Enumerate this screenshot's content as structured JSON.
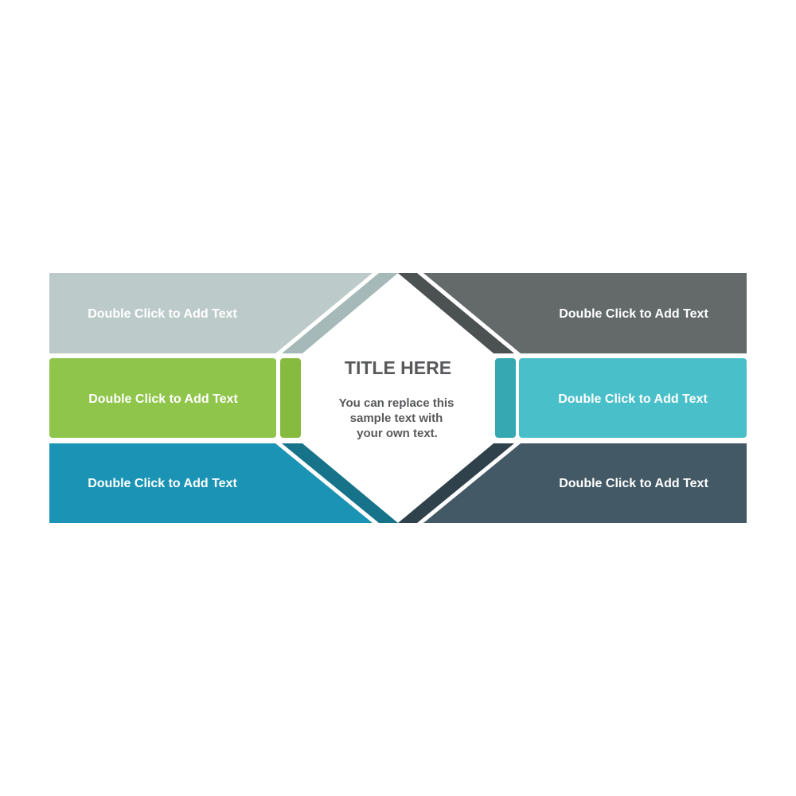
{
  "center": {
    "title": "TITLE HERE",
    "text_lines": [
      "You can replace this",
      "sample text with",
      "your own text."
    ]
  },
  "blocks": [
    {
      "label": "Double Click to Add Text",
      "color": "#bccbca",
      "accent_color": "#a4b9b8"
    },
    {
      "label": "Double Click to Add Text",
      "color": "#8fc54a",
      "accent_color": "#86bb3f"
    },
    {
      "label": "Double Click to Add Text",
      "color": "#1b93b5",
      "accent_color": "#177389"
    },
    {
      "label": "Double Click to Add Text",
      "color": "#646a6a",
      "accent_color": "#4c5152"
    },
    {
      "label": "Double Click to Add Text",
      "color": "#49bfca",
      "accent_color": "#35a8b2"
    },
    {
      "label": "Double Click to Add Text",
      "color": "#435966",
      "accent_color": "#2f414b"
    }
  ]
}
